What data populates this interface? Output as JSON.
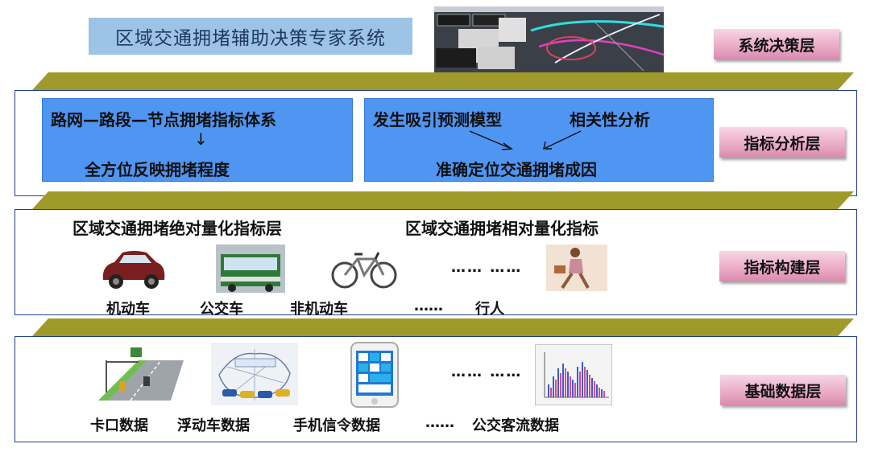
{
  "system": {
    "title": "区域交通拥堵辅助决策专家系统"
  },
  "layers": {
    "decision": "系统决策层",
    "analysis": "指标分析层",
    "construction": "指标构建层",
    "data": "基础数据层"
  },
  "analysis": {
    "left_top": "路网—路段—节点拥堵指标体系",
    "left_arrow": "↓",
    "left_bottom": "全方位反映拥堵程度",
    "right_model": "发生吸引预测模型",
    "right_corr": "相关性分析",
    "right_bottom": "准确定位交通拥堵成因"
  },
  "construction": {
    "heading_abs": "区域交通拥堵绝对量化指标层",
    "heading_rel": "区域交通拥堵相对量化指标",
    "dots_top": "…… ……",
    "labels": {
      "motor": "机动车",
      "bus": "公交车",
      "nonmotor": "非机动车",
      "dots": "……",
      "pedestrian": "行人"
    }
  },
  "data": {
    "dots_top": "…… ……",
    "labels": {
      "checkpoint": "卡口数据",
      "floating": "浮动车数据",
      "phone": "手机信令数据",
      "dots": "……",
      "busflow": "公交客流数据"
    }
  },
  "colors": {
    "band": "#a09a2a",
    "frame": "#1f3f8f",
    "blue_box": "#4f95f2",
    "title_box": "#9dc3e6",
    "layer_label": "#e9a9c4"
  }
}
